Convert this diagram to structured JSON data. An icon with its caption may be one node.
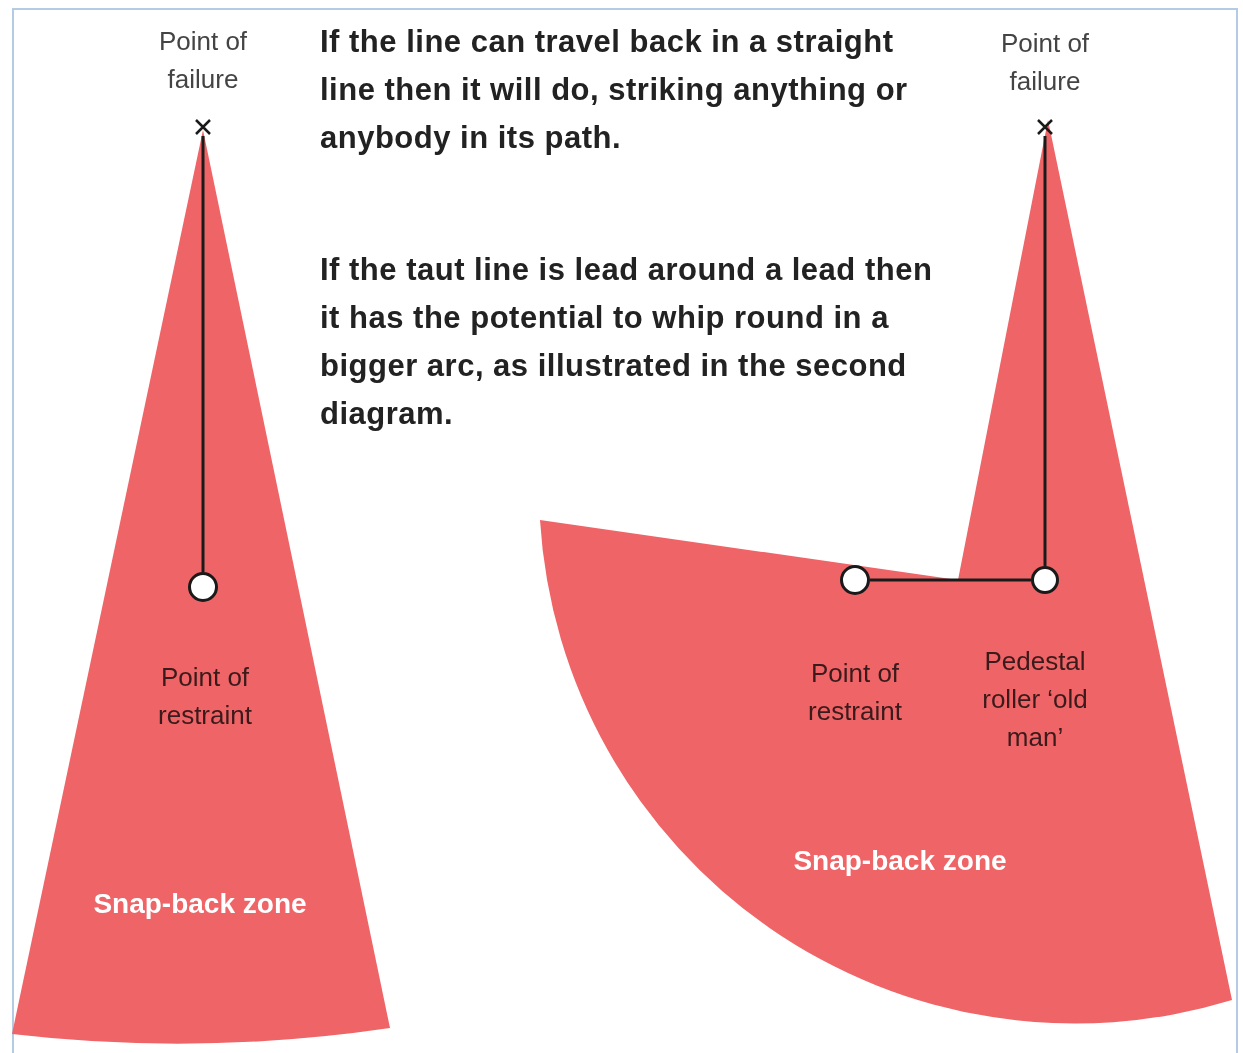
{
  "diagram": {
    "nodes": [
      {
        "text": [
          "Snap-back zone"
        ]
      },
      {
        "text": [
          "Point of failure"
        ]
      },
      {
        "text": [],
        "shape": "circle",
        "in": 0,
        "beside": [
          "Point of restraint"
        ]
      },
      {
        "text": [
          "Snap-back zone"
        ]
      },
      {
        "text": [
          "Point of failure"
        ]
      },
      {
        "text": [],
        "shape": "circle",
        "in": 3,
        "beside": [
          "Pedestal roller ‘old man’"
        ]
      },
      {
        "text": [],
        "shape": "circle",
        "in": 3,
        "beside": [
          "Point of restraint"
        ]
      }
    ],
    "edges": [
      {
        "from": 1,
        "to": 2,
        "arrow": "none"
      },
      {
        "from": 4,
        "to": 5,
        "arrow": "none"
      },
      {
        "from": 5,
        "to": 6,
        "arrow": "none"
      }
    ],
    "labels": [
      "If the line can travel back in a straight line then it will do, striking anything or anybody in its path.",
      "If the taut line is lead around a lead then it has the potential to whip round in a bigger arc, as illustrated in the second diagram."
    ]
  }
}
